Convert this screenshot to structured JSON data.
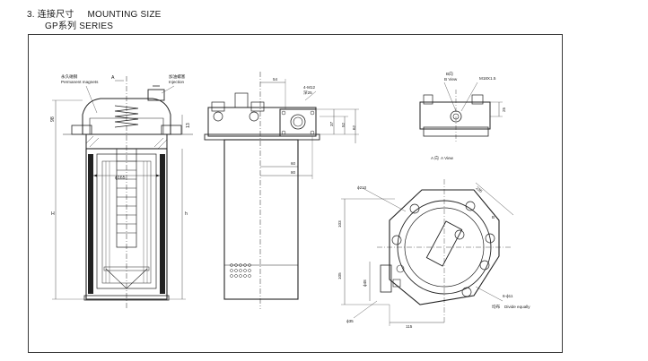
{
  "header": {
    "line1_num": "3.",
    "line1_cn": "连接尺寸",
    "line1_en": "MOUNTING SIZE",
    "line2_cn": "GP系列",
    "line2_en": "SERIES"
  },
  "labels": {
    "view_a_marker": "A",
    "permanent_magnets_cn": "永久磁钢",
    "permanent_magnets_en": "Permanent magnets",
    "injection_cn": "加油螺塞",
    "injection_en": "Injection",
    "dim_98": "98",
    "dim_H": "H",
    "dim_h": "h",
    "dim_13": "13",
    "dim_165": "ϕ165",
    "dim_54": "54",
    "dim_4m12": "4-M12",
    "dim_depth": "深25",
    "dim_37": "37",
    "dim_52": "52",
    "dim_62": "62",
    "dim_60": "60",
    "dim_80": "80",
    "b_view_cn": "B向",
    "b_view_en": "B View",
    "dim_m18": "M18X1.5",
    "dim_25": "25",
    "a_view_cn": "A 向",
    "a_view_en": "A View",
    "dim_210": "ϕ210",
    "dim_236": "236",
    "dim_103": "103",
    "dim_105": "105",
    "dim_48": "ϕ48",
    "dim_35": "ϕ35",
    "dim_115": "115",
    "dim_holes": "6-ϕ11",
    "divide_cn": "均布",
    "divide_en": "Divide equally",
    "dim_B": "B"
  }
}
